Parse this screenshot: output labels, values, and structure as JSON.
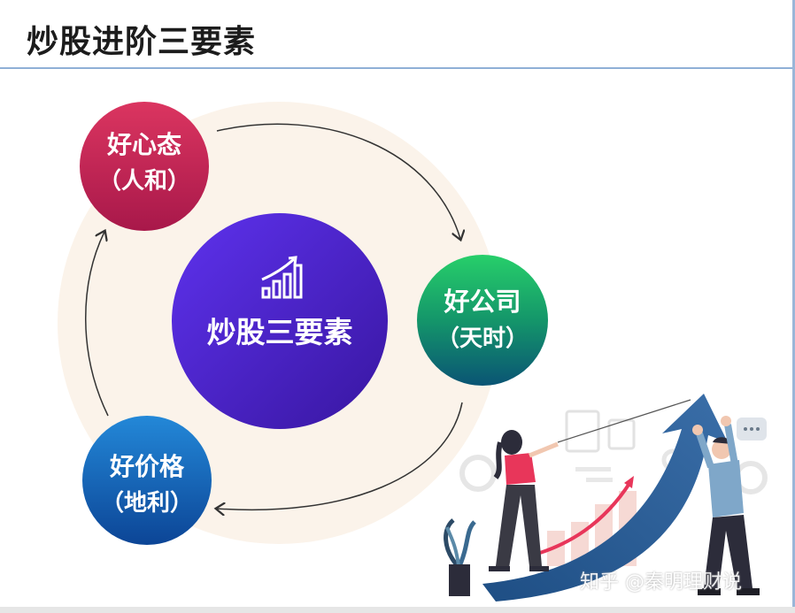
{
  "title": "炒股进阶三要素",
  "center": {
    "label": "炒股三要素"
  },
  "nodes": {
    "mindset": {
      "title": "好心态",
      "sub": "（人和）"
    },
    "company": {
      "title": "好公司",
      "sub": "（天时）"
    },
    "price": {
      "title": "好价格",
      "sub": "（地利）"
    }
  },
  "watermark": "知乎 @秦明理财说",
  "colors": {
    "mindset_top": "#d8305a",
    "mindset_bottom": "#b01a4a",
    "company_top": "#22c86a",
    "company_bottom": "#0a5a70",
    "price_top": "#1e7fd0",
    "price_bottom": "#0d4a9a",
    "center_top": "#5a2de8",
    "center_bottom": "#3a1aa8"
  }
}
